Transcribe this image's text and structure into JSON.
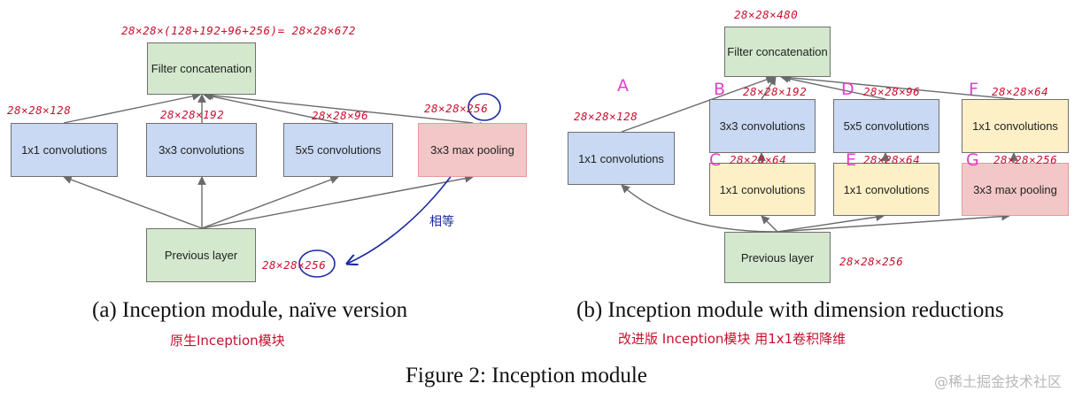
{
  "diagram_a": {
    "filter_concat": "Filter concatenation",
    "conv1x1": "1x1 convolutions",
    "conv3x3": "3x3 convolutions",
    "conv5x5": "5x5 convolutions",
    "maxpool": "3x3 max pooling",
    "previous": "Previous layer",
    "caption": "(a)  Inception module, naïve version",
    "caption_note": "原生Inception模块",
    "ann_total": "28×28×(128+192+96+256)= 28×28×672",
    "ann_1x1": "28×28×128",
    "ann_3x3": "28×28×192",
    "ann_5x5": "28×28×96",
    "ann_pool": "28×28×256",
    "ann_prev": "28×28×256",
    "ann_equal": "相等"
  },
  "diagram_b": {
    "filter_concat": "Filter concatenation",
    "conv1x1_left": "1x1 convolutions",
    "conv3x3": "3x3 convolutions",
    "conv5x5": "5x5 convolutions",
    "conv1x1_right": "1x1 convolutions",
    "reduce3": "1x1 convolutions",
    "reduce5": "1x1 convolutions",
    "maxpool": "3x3 max pooling",
    "previous": "Previous layer",
    "caption": "(b)  Inception module with dimension reductions",
    "caption_note": "改进版 Inception模块  用1x1卷积降维",
    "ann_total": "28×28×480",
    "ann_A": "28×28×128",
    "ann_B": "28×28×192",
    "ann_D": "28×28×96",
    "ann_F": "28×28×64",
    "ann_C": "28×28×64",
    "ann_E": "28×28×64",
    "ann_G": "28×28×256",
    "ann_prev": "28×28×256",
    "letters": [
      "A",
      "B",
      "D",
      "F",
      "C",
      "E",
      "G"
    ]
  },
  "figure_caption": "Figure 2: Inception module",
  "watermark": "@稀土掘金技术社区"
}
